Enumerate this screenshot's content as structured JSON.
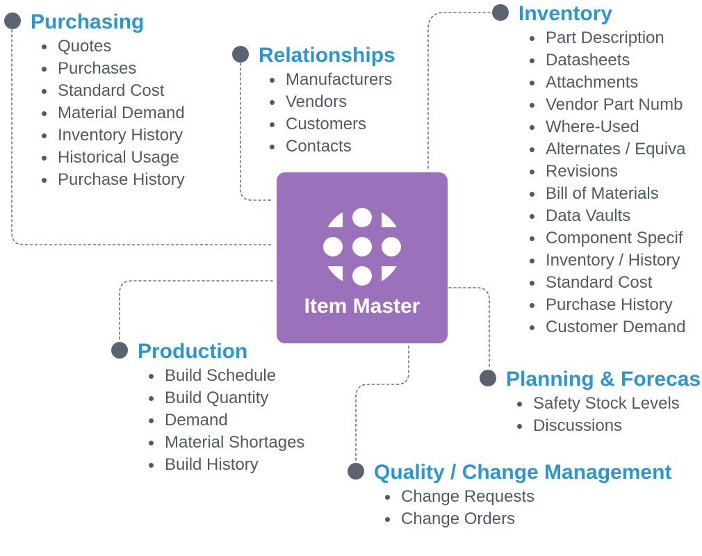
{
  "hub": {
    "title": "Item Master",
    "logo_icon": "grid-dots-icon",
    "color": "#9c71bb"
  },
  "accent_color": "#2e96cf",
  "groups": {
    "purchasing": {
      "title": "Purchasing",
      "items": [
        "Quotes",
        "Purchases",
        "Standard Cost",
        "Material Demand",
        "Inventory History",
        "Historical Usage",
        "Purchase History"
      ]
    },
    "relationships": {
      "title": "Relationships",
      "items": [
        "Manufacturers",
        "Vendors",
        "Customers",
        "Contacts"
      ]
    },
    "inventory": {
      "title": "Inventory",
      "items": [
        "Part Description",
        "Datasheets",
        "Attachments",
        "Vendor Part Numb",
        "Where-Used",
        "Alternates / Equiva",
        "Revisions",
        "Bill of Materials",
        "Data Vaults",
        "Component Specif",
        "Inventory / History",
        "Standard Cost",
        "Purchase History",
        "Customer Demand"
      ]
    },
    "production": {
      "title": "Production",
      "items": [
        "Build Schedule",
        "Build Quantity",
        "Demand",
        "Material Shortages",
        "Build History"
      ]
    },
    "planning": {
      "title": "Planning & Forecas",
      "items": [
        "Safety Stock Levels",
        "Discussions"
      ]
    },
    "quality": {
      "title": "Quality / Change Management",
      "items": [
        "Change Requests",
        "Change Orders"
      ]
    }
  }
}
